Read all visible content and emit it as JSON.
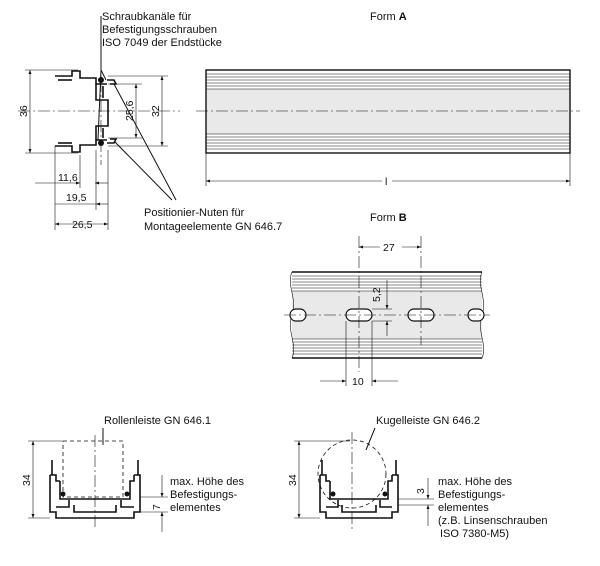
{
  "note_top": {
    "line1": "Schraubkanäle für",
    "line2": "Befestigungsschrauben",
    "line3": "ISO 7049 der Endstücke"
  },
  "note_nuten": {
    "line1": "Positionier-Nuten für",
    "line2": "Montageelemente GN 646.7"
  },
  "form_a": {
    "prefix": "Form ",
    "letter": "A",
    "length_label": "l"
  },
  "form_b": {
    "prefix": "Form ",
    "letter": "B",
    "pitch": "27",
    "slot_width": "5,2",
    "slot_length": "10"
  },
  "section_dims": {
    "height_total": "36",
    "height_inner": "32",
    "height_channel": "25,6",
    "w1": "11,6",
    "w2": "19,5",
    "w3": "26,5"
  },
  "rollen": {
    "title": "Rollenleiste GN 646.1",
    "height": "34",
    "gap": "7",
    "note1": "max. Höhe des",
    "note2": "Befestigungs-",
    "note3": "elementes"
  },
  "kugel": {
    "title": "Kugelleiste GN 646.2",
    "height": "34",
    "gap": "3",
    "note1": "max. Höhe des",
    "note2": "Befestigungs-",
    "note3": "elementes",
    "note4": "(z.B. Linsenschrauben",
    "note5": "ISO 7380-M5)"
  }
}
